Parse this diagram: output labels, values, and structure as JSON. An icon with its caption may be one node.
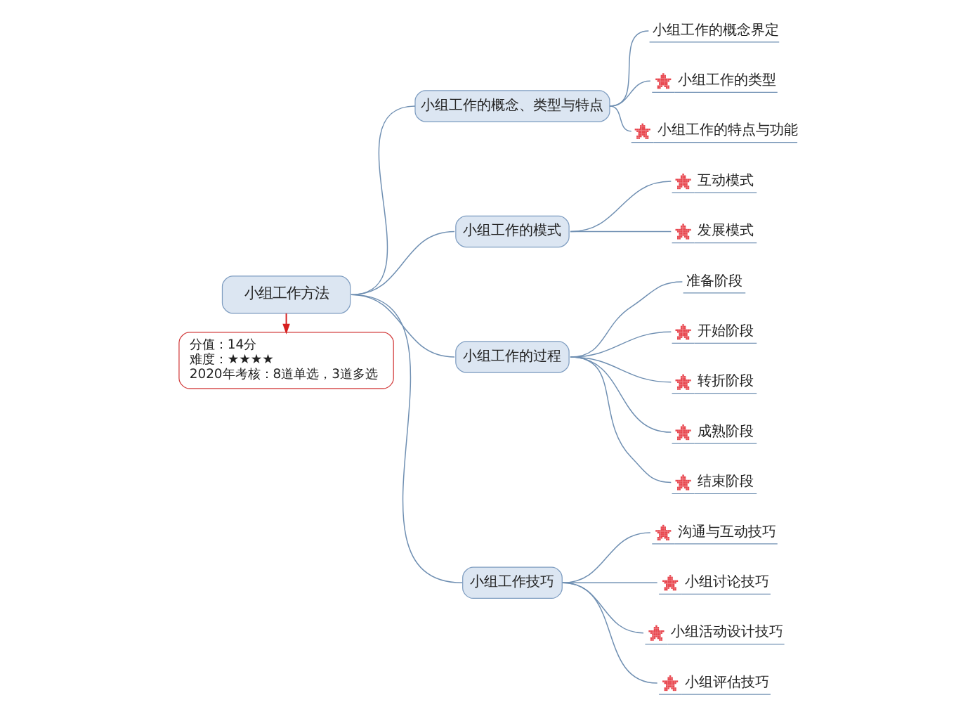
{
  "diagram": {
    "nodes": [
      {
        "text": [
          "小组工作方法"
        ]
      },
      {
        "text": [
          "分值：14分",
          "难度：★★★★",
          "2020年考核：8道单选，3道多选"
        ]
      },
      {
        "text": [
          "小组工作的概念、类型与特点"
        ]
      },
      {
        "text": [
          "小组工作的概念界定"
        ]
      },
      {
        "text": [
          "小组工作的类型"
        ]
      },
      {
        "text": [
          "小组工作的特点与功能"
        ]
      },
      {
        "text": [
          "小组工作的模式"
        ]
      },
      {
        "text": [
          "互动模式"
        ]
      },
      {
        "text": [
          "发展模式"
        ]
      },
      {
        "text": [
          "小组工作的过程"
        ]
      },
      {
        "text": [
          "准备阶段"
        ]
      },
      {
        "text": [
          "开始阶段"
        ]
      },
      {
        "text": [
          "转折阶段"
        ]
      },
      {
        "text": [
          "成熟阶段"
        ]
      },
      {
        "text": [
          "结束阶段"
        ]
      },
      {
        "text": [
          "小组工作技巧"
        ]
      },
      {
        "text": [
          "沟通与互动技巧"
        ]
      },
      {
        "text": [
          "小组讨论技巧"
        ]
      },
      {
        "text": [
          "小组活动设计技巧"
        ]
      },
      {
        "text": [
          "小组评估技巧"
        ]
      }
    ],
    "edges": [
      {
        "from": 0,
        "to": 1,
        "arrow": "to",
        "color": "#d71f1f"
      },
      {
        "from": 0,
        "to": 2,
        "arrow": "none"
      },
      {
        "from": 2,
        "to": 3,
        "arrow": "none"
      },
      {
        "from": 2,
        "to": 4,
        "arrow": "none"
      },
      {
        "from": 2,
        "to": 5,
        "arrow": "none"
      },
      {
        "from": 0,
        "to": 6,
        "arrow": "none"
      },
      {
        "from": 6,
        "to": 7,
        "arrow": "none"
      },
      {
        "from": 6,
        "to": 8,
        "arrow": "none"
      },
      {
        "from": 0,
        "to": 9,
        "arrow": "none"
      },
      {
        "from": 9,
        "to": 10,
        "arrow": "none"
      },
      {
        "from": 9,
        "to": 11,
        "arrow": "none"
      },
      {
        "from": 9,
        "to": 12,
        "arrow": "none"
      },
      {
        "from": 9,
        "to": 13,
        "arrow": "none"
      },
      {
        "from": 9,
        "to": 14,
        "arrow": "none"
      },
      {
        "from": 0,
        "to": 15,
        "arrow": "none"
      },
      {
        "from": 15,
        "to": 16,
        "arrow": "none"
      },
      {
        "from": 15,
        "to": 17,
        "arrow": "none"
      },
      {
        "from": 15,
        "to": 18,
        "arrow": "none"
      },
      {
        "from": 15,
        "to": 19,
        "arrow": "none"
      }
    ]
  }
}
